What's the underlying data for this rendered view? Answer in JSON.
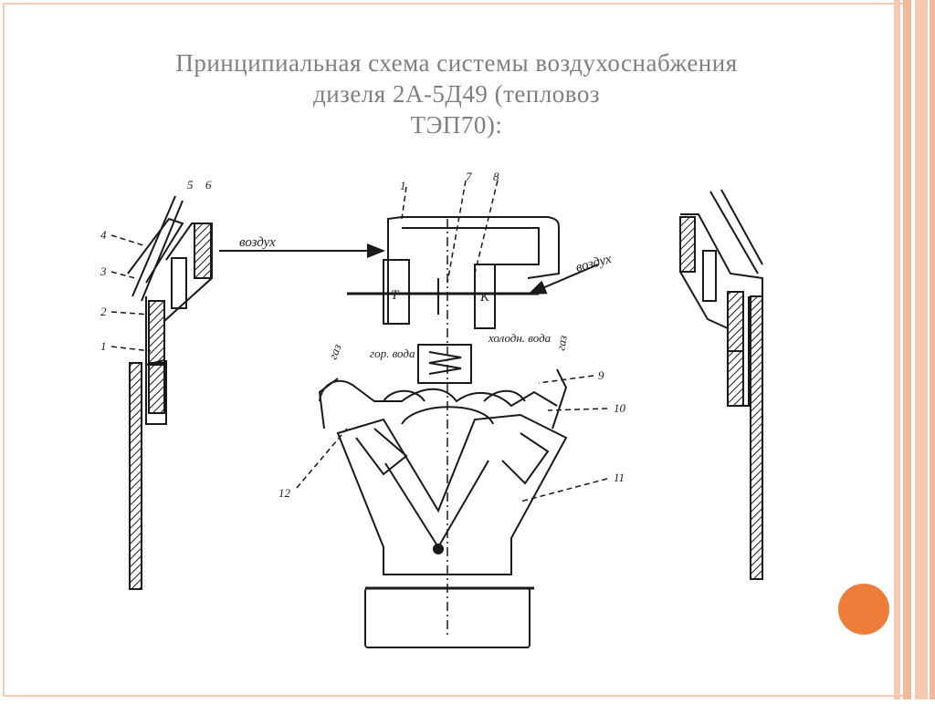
{
  "slide": {
    "title_lines": [
      "Принципиальная схема системы воздухоснабжения",
      "дизеля 2А-5Д49 (тепловоз",
      "ТЭП70):"
    ],
    "accent_color": "#ef7d3a",
    "border_color": "#f4b99a"
  },
  "diagram": {
    "air_left": "воздух",
    "air_right": "воздух",
    "turbine": "Т",
    "compressor": "К",
    "hot_water": "гор. вода",
    "cold_water": "холодн. вода",
    "gas_left": "газ",
    "gas_right": "газ",
    "numbers": {
      "n1_top": "1",
      "n7": "7",
      "n8": "8",
      "n5": "5",
      "n6": "6",
      "n4": "4",
      "n3": "3",
      "n2": "2",
      "n1_left": "1",
      "n9": "9",
      "n10": "10",
      "n11": "11",
      "n12": "12"
    }
  }
}
